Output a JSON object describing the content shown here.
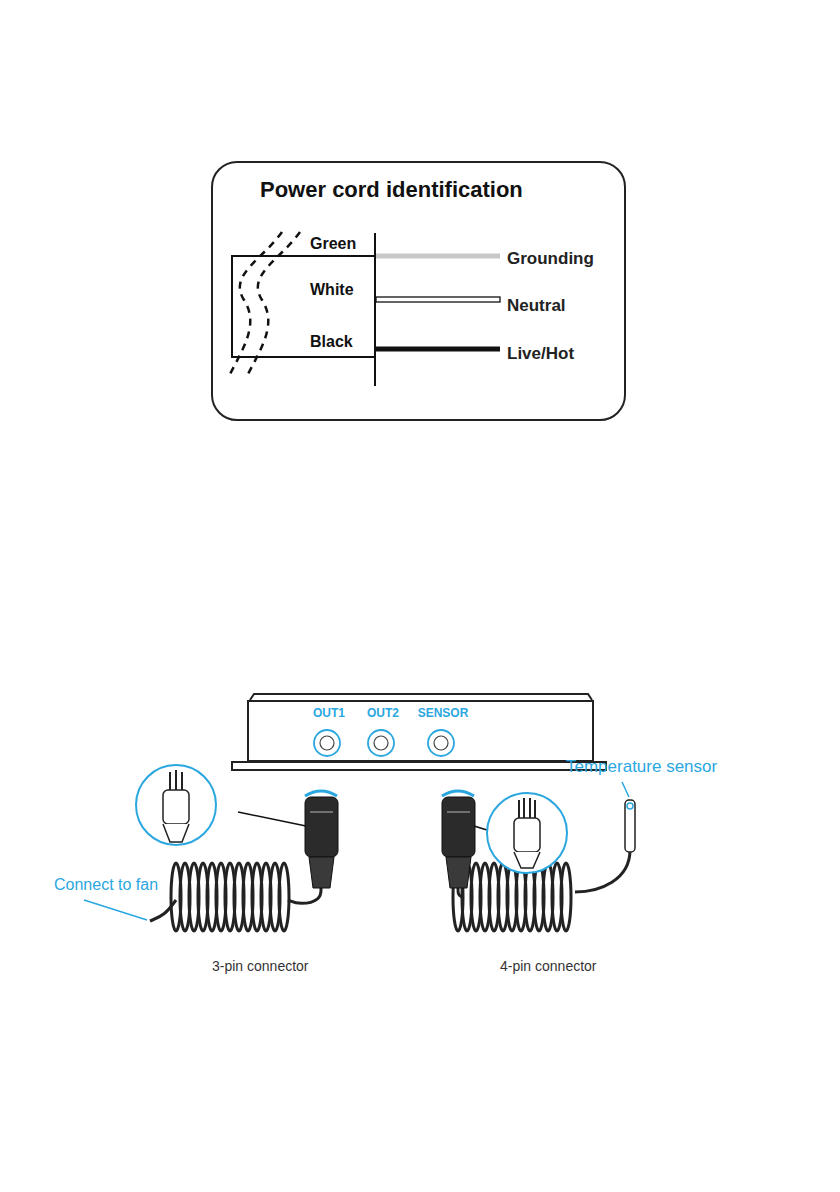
{
  "diagram": {
    "nodes": [
      {
        "text": [
          "Power cord identification",
          "Green",
          "White",
          "Black",
          "Grounding",
          "Neutral",
          "Live/Hot"
        ]
      },
      {
        "text": [
          "OUT1",
          "OUT2",
          "SENSOR"
        ]
      }
    ],
    "labels": [
      "Temperature sensor",
      "Connect to fan",
      "3-pin connector",
      "4-pin connector"
    ]
  }
}
